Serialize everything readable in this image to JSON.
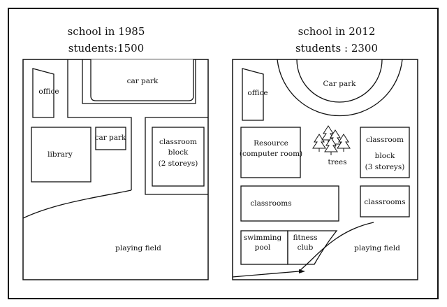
{
  "left_map": {
    "title": "school in 1985",
    "students": "students:1500",
    "labels": {
      "office": "office",
      "car_park_top": "car park",
      "library": "library",
      "car_park_small": "car park",
      "classroom_block": [
        "classroom",
        "block",
        "(2 storeys)"
      ],
      "playing_field": "playing field"
    }
  },
  "right_map": {
    "title": "school in 2012",
    "students": "students : 2300",
    "labels": {
      "office": "office",
      "car_park": "Car park",
      "resource": [
        "Resource",
        "(computer room)"
      ],
      "trees": "trees",
      "classroom_block": [
        "classroom",
        "block",
        "(3 storeys)"
      ],
      "classrooms_left": "classrooms",
      "classrooms_right": "classrooms",
      "swimming_pool": [
        "swimming",
        "pool"
      ],
      "fitness_club": [
        "fitness",
        "club"
      ],
      "playing_field": "playing field"
    }
  },
  "colors": {
    "line": "#111111",
    "background": "#ffffff"
  }
}
